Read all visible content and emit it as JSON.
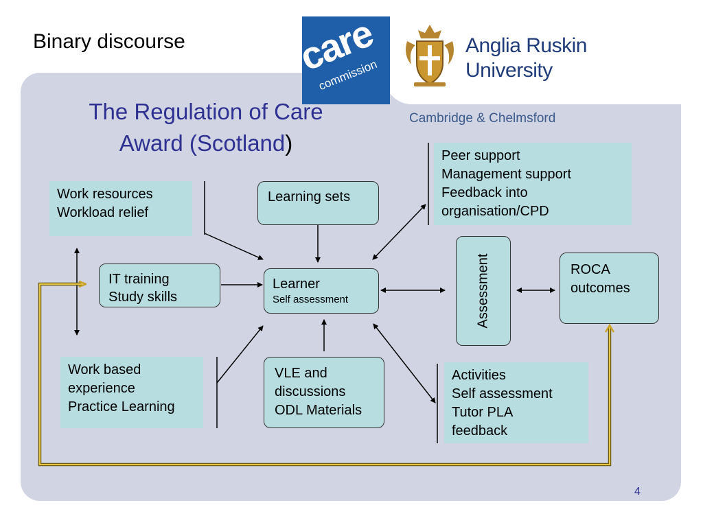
{
  "slide": {
    "title": "Binary discourse",
    "page_number": "4"
  },
  "logos": {
    "care_commission": {
      "word": "care",
      "sub": "commission",
      "color": "#1f5ea8"
    },
    "university": {
      "line1": "Anglia Ruskin",
      "line2": "University",
      "campus": "Cambridge & Chelmsford",
      "color": "#1f3b7a"
    }
  },
  "diagram": {
    "title_line1": "The Regulation of Care",
    "title_line2": "Award (Scotland",
    "title_paren": ")",
    "nodes": {
      "work_resources": [
        "Work resources",
        "Workload relief"
      ],
      "learning_sets": [
        "Learning sets"
      ],
      "peer_support": [
        "Peer support",
        "Management support",
        "Feedback into",
        "organisation/CPD"
      ],
      "it_training": [
        "IT training",
        "Study skills"
      ],
      "learner": {
        "label": "Learner",
        "sub": "Self assessment"
      },
      "assessment": "Assessment",
      "roca": [
        "ROCA",
        "outcomes"
      ],
      "work_based": [
        "Work based",
        "experience",
        "Practice Learning"
      ],
      "vle": [
        "VLE and",
        "discussions",
        "ODL Materials"
      ],
      "activities": [
        "Activities",
        "Self assessment",
        "Tutor PLA",
        "feedback"
      ]
    }
  },
  "colors": {
    "panel": "#d1d5e3",
    "box_fill": "#b7dde1",
    "title_blue": "#2e3192",
    "feedback_line": "#c9a227"
  }
}
